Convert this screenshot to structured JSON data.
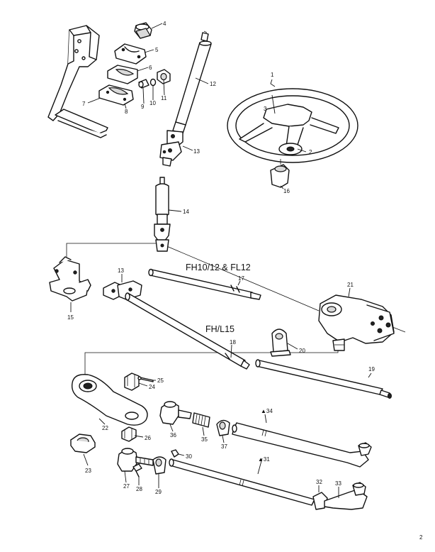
{
  "headings": {
    "fh_fl": "FH10/12 & FL12",
    "fh_l": "FH/L15"
  },
  "page_number": "2",
  "callouts": {
    "c1": "1",
    "c2": "2",
    "c3": "3",
    "c4": "4",
    "c5": "5",
    "c6": "6",
    "c7": "7",
    "c8": "8",
    "c9": "9",
    "c10": "10",
    "c11": "11",
    "c12": "12",
    "c13a": "13",
    "c13b": "13",
    "c14": "14",
    "c15": "15",
    "c16": "16",
    "c17": "17",
    "c18": "18",
    "c19": "19",
    "c20": "20",
    "c21": "21",
    "c22": "22",
    "c23": "23",
    "c24": "24",
    "c25": "25",
    "c26": "26",
    "c27": "27",
    "c28": "28",
    "c29": "29",
    "c30": "30",
    "c31": "▲31",
    "c32": "32",
    "c33": "33",
    "c34": "▲34",
    "c35": "35",
    "c36": "36",
    "c37": "37"
  }
}
